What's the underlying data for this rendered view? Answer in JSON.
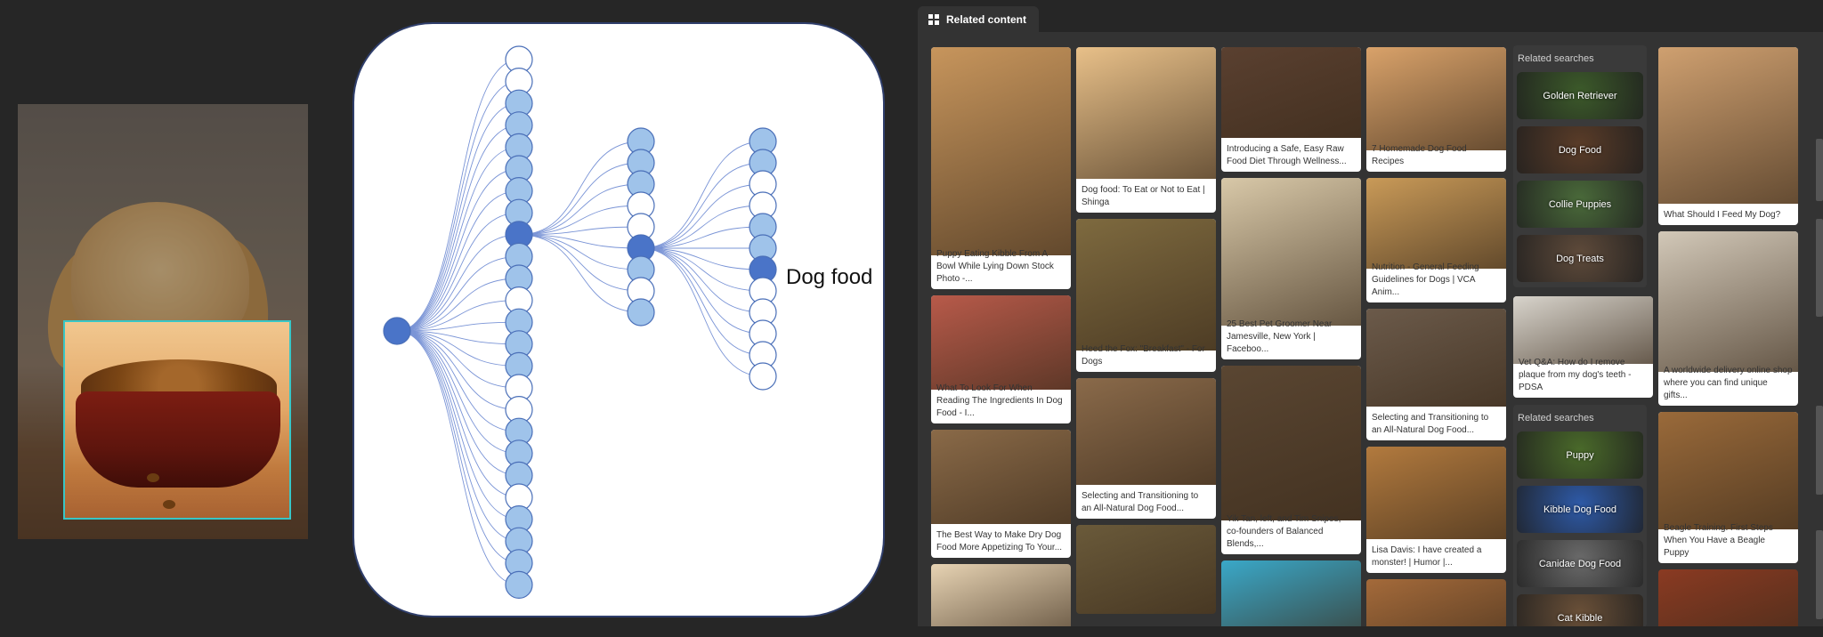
{
  "diagram": {
    "result_label": "Dog food",
    "colors": {
      "edge": "#7a94d6",
      "node_light": "#9fc3ea",
      "node_dark": "#4a74c8",
      "node_empty": "#ffffff",
      "node_stroke": "#4a6fb8"
    }
  },
  "panel": {
    "tab_label": "Related content",
    "columns": [
      [
        {
          "caption": "Puppy Eating Kibble From A Bowl While Lying Down Stock Photo -...",
          "thumb_color": "#c7955c"
        },
        {
          "caption": "What To Look For When Reading The Ingredients In Dog Food - I...",
          "thumb_color": "#b85a4a"
        },
        {
          "caption": "The Best Way to Make Dry Dog Food More Appetizing To Your...",
          "thumb_color": "#8a6a48"
        },
        {
          "caption": "",
          "thumb_color": "#e7d3b3"
        }
      ],
      [
        {
          "caption": "Dog food: To Eat or Not to Eat | Shinga",
          "thumb_color": "#e8c089"
        },
        {
          "caption": "Heed the Fox: \"Breakfast\" - For Dogs",
          "thumb_color": "#7e6a3f"
        },
        {
          "caption": "Selecting and Transitioning to an All-Natural Dog Food...",
          "thumb_color": "#8a6a4a"
        },
        {
          "caption": "",
          "thumb_color": "#6a5a3a"
        }
      ],
      [
        {
          "caption": "Introducing a Safe, Easy Raw Food Diet Through Wellness...",
          "thumb_color": "#5a4030"
        },
        {
          "caption": "25 Best Pet Groomer Near Jamesville, New York | Faceboo...",
          "thumb_color": "#d8c8a8"
        },
        {
          "caption": "Yik Tan, left, and Tim Snipes, co-founders of Balanced Blends,...",
          "thumb_color": "#5a4632"
        },
        {
          "caption": "",
          "thumb_color": "#3aa8c8"
        }
      ],
      [
        {
          "caption": "7 Homemade Dog Food Recipes",
          "thumb_color": "#d9a26a"
        },
        {
          "caption": "Nutrition - General Feeding Guidelines for Dogs | VCA Anim...",
          "thumb_color": "#c99a58"
        },
        {
          "caption": "Selecting and Transitioning to an All-Natural Dog Food...",
          "thumb_color": "#6b5a4a"
        },
        {
          "caption": "Lisa Davis: I have created a monster! | Humor |...",
          "thumb_color": "#b27a3e"
        },
        {
          "caption": "",
          "thumb_color": "#a46a3a"
        }
      ],
      [
        {
          "caption": "Vet Q&A: How do I remove plaque from my dog's teeth - PDSA",
          "thumb_color": "#d8d4cc"
        }
      ],
      [
        {
          "caption": "What Should I Feed My Dog?",
          "thumb_color": "#cfa070"
        },
        {
          "caption": "A worldwide delivery online shop where you can find unique gifts...",
          "thumb_color": "#d2c8b8"
        },
        {
          "caption": "Beagle Training. First Steps When You Have a Beagle Puppy",
          "thumb_color": "#9a6a3a"
        },
        {
          "caption": "",
          "thumb_color": "#8a3a22"
        }
      ]
    ],
    "related_searches": [
      {
        "title": "Related searches",
        "items": [
          {
            "label": "Golden Retriever",
            "color": "#3c5a2a"
          },
          {
            "label": "Dog Food",
            "color": "#5a3c28"
          },
          {
            "label": "Collie Puppies",
            "color": "#4a6a3a"
          },
          {
            "label": "Dog Treats",
            "color": "#5e4a3a"
          }
        ]
      },
      {
        "title": "Related searches",
        "items": [
          {
            "label": "Puppy",
            "color": "#4a6a2a"
          },
          {
            "label": "Kibble Dog Food",
            "color": "#2e5aa8"
          },
          {
            "label": "Canidae Dog Food",
            "color": "#6a6a6a"
          },
          {
            "label": "Cat Kibble",
            "color": "#6a5038"
          }
        ]
      }
    ]
  }
}
